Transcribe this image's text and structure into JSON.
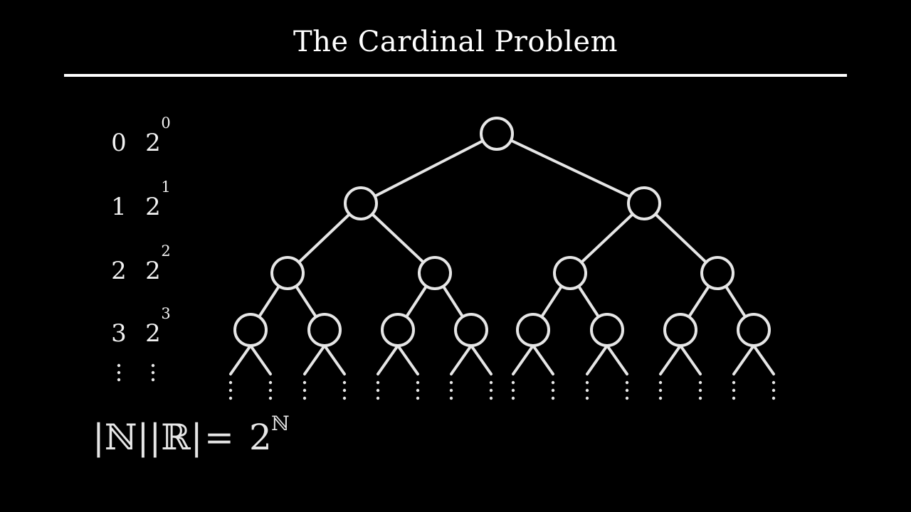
{
  "title": "The Cardinal Problem",
  "levels": [
    {
      "n": "0",
      "base": "2",
      "exp": "0"
    },
    {
      "n": "1",
      "base": "2",
      "exp": "1"
    },
    {
      "n": "2",
      "base": "2",
      "exp": "2"
    },
    {
      "n": "3",
      "base": "2",
      "exp": "3"
    }
  ],
  "formula": {
    "lhs": "|ℕ||ℝ|",
    "eq": "=",
    "base": "2",
    "sup": "ℕ"
  },
  "colors": {
    "background": "#000000",
    "foreground": "#e6e6e6"
  }
}
